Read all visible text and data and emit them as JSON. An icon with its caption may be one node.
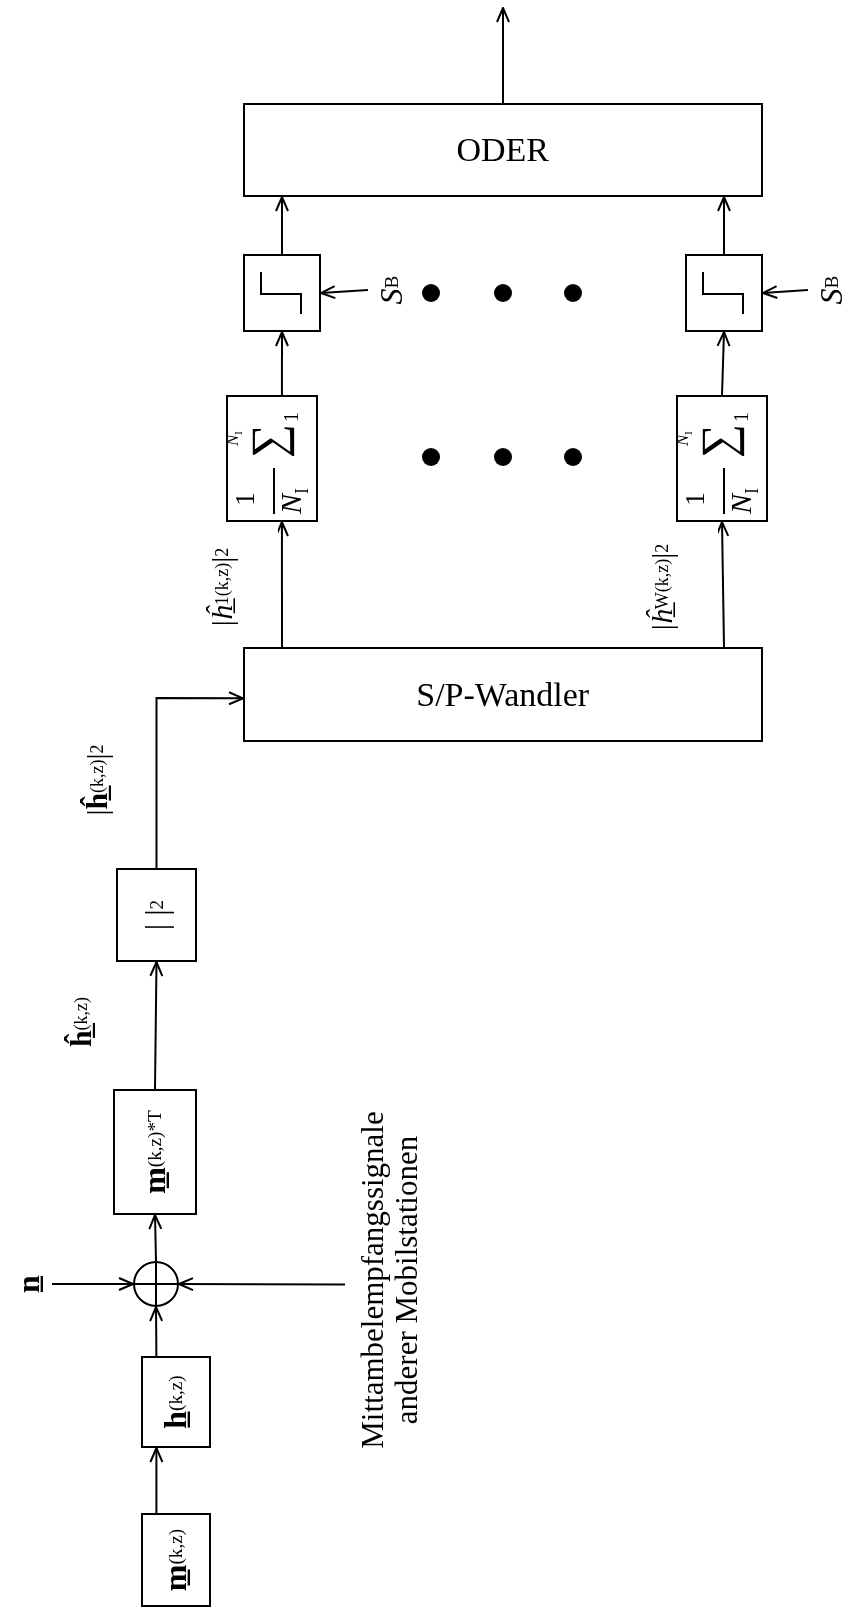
{
  "diagram": {
    "nodes": [
      {
        "text": [
          "**m̲**$^{(k,z)}$"
        ]
      },
      {
        "text": [
          "**h̲**$^{(k,z)}$"
        ]
      },
      {
        "text": [],
        "shape": "circle"
      },
      {
        "text": [
          "n̲"
        ]
      },
      {
        "text": [
          "Mittambelempfangssignale anderer Mobilstationen"
        ]
      },
      {
        "text": [
          "**m̲**$^{(k,z)*T}$"
        ]
      },
      {
        "text": [
          "| |$^{2}$"
        ]
      },
      {
        "text": [
          "S/P-Wandler"
        ]
      },
      {
        "text": [
          "1",
          "*N*$_{I}$",
          "∑",
          "*N*$_{I}$",
          "1"
        ]
      },
      {
        "text": [
          "1",
          "*N*$_{I}$",
          "∑",
          "*N*$_{I}$",
          "1"
        ]
      },
      {
        "text": [],
        "shape": "box"
      },
      {
        "text": [],
        "shape": "box"
      },
      {
        "text": [
          "*S*$_{B}$"
        ]
      },
      {
        "text": [
          "*S*$_{B}$"
        ]
      },
      {
        "text": [
          "ODER"
        ]
      }
    ],
    "edges": [
      {
        "from": 0,
        "to": 1,
        "arrow": "to"
      },
      {
        "from": 1,
        "to": 2,
        "arrow": "to"
      },
      {
        "from": 3,
        "to": 2,
        "arrow": "to"
      },
      {
        "from": 4,
        "to": 2,
        "arrow": "to"
      },
      {
        "from": 2,
        "to": 5,
        "arrow": "to"
      },
      {
        "from": 5,
        "to": 6,
        "arrow": "to",
        "label": "**ĥ̲**$^{(k,z)}$"
      },
      {
        "from": 6,
        "to": 7,
        "arrow": "to",
        "label": "|**ĥ̲**$^{(k,z)}$|$^{2}$"
      },
      {
        "from": 7,
        "to": 8,
        "arrow": "to",
        "label": "|*ĥ̲*$_{1}$$^{(k,z)}$|$^{2}$"
      },
      {
        "from": 7,
        "to": 9,
        "arrow": "to",
        "label": "|*ĥ̲*$_{W}$$^{(k,z)}$|$^{2}$"
      },
      {
        "from": 8,
        "to": 10,
        "arrow": "to"
      },
      {
        "from": 9,
        "to": 11,
        "arrow": "to"
      },
      {
        "from": 12,
        "to": 10,
        "arrow": "to"
      },
      {
        "from": 13,
        "to": 11,
        "arrow": "to"
      },
      {
        "from": 10,
        "to": 14,
        "arrow": "to"
      },
      {
        "from": 11,
        "to": 14,
        "arrow": "to"
      },
      {
        "from": 14,
        "to": null,
        "arrow": "to"
      }
    ]
  }
}
